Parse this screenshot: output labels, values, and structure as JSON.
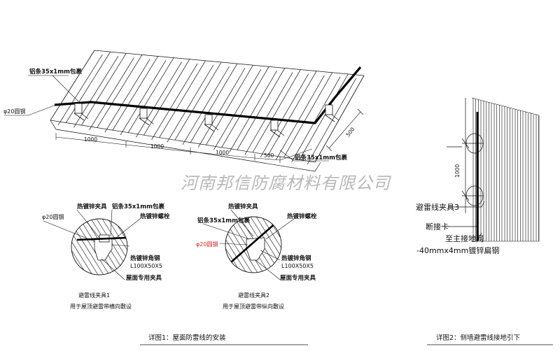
{
  "watermark": "河南邦信防腐材料有限公司",
  "roof": {
    "labels": {
      "strip_top": "铝条35x1mm包裹",
      "rod": "φ20圆钢",
      "strip_bottom": "铝条35x1mm包裹"
    },
    "dims": [
      "1000",
      "1000",
      "1000",
      "500",
      "500"
    ]
  },
  "detail1": {
    "labels": {
      "rod": "φ20圆钢",
      "clip": "热镀锌夹具",
      "strip": "铝条35x1mm包裹",
      "bolt": "热镀锌螺栓",
      "angle": "热镀锌角钢",
      "size": "L100X50X5",
      "roof_clip": "屋面专用夹具"
    },
    "caption_1": "避雷线夹具1",
    "caption_2": "用于屋顶避雷带横向敷设"
  },
  "detail2": {
    "labels": {
      "strip": "铝条35x1mm包裹",
      "clip": "热镀锌夹具",
      "bolt": "热镀锌螺栓",
      "rod": "φ20圆钢",
      "angle": "热镀锌角钢",
      "size": "L100X50X5",
      "roof_clip": "屋面专用夹具"
    },
    "caption_1": "避雷线夹具2",
    "caption_2": "用于屋顶避雷带纵向敷设"
  },
  "wall": {
    "dim": "1000",
    "labels": {
      "clamp": "避雷线夹具3",
      "break_card": "断接卡",
      "ground_net": "至主接地网",
      "flat_steel": "-40mmx4mm镀锌扁钢"
    }
  },
  "titles": {
    "detail_1": "详图1：屋面防雷线的安装",
    "detail_2": "详图2：侧墙避雷线接地引下"
  },
  "colors": {
    "line": "#111111",
    "watermark": "#b8b8b8",
    "red_label": "#cc2222"
  }
}
